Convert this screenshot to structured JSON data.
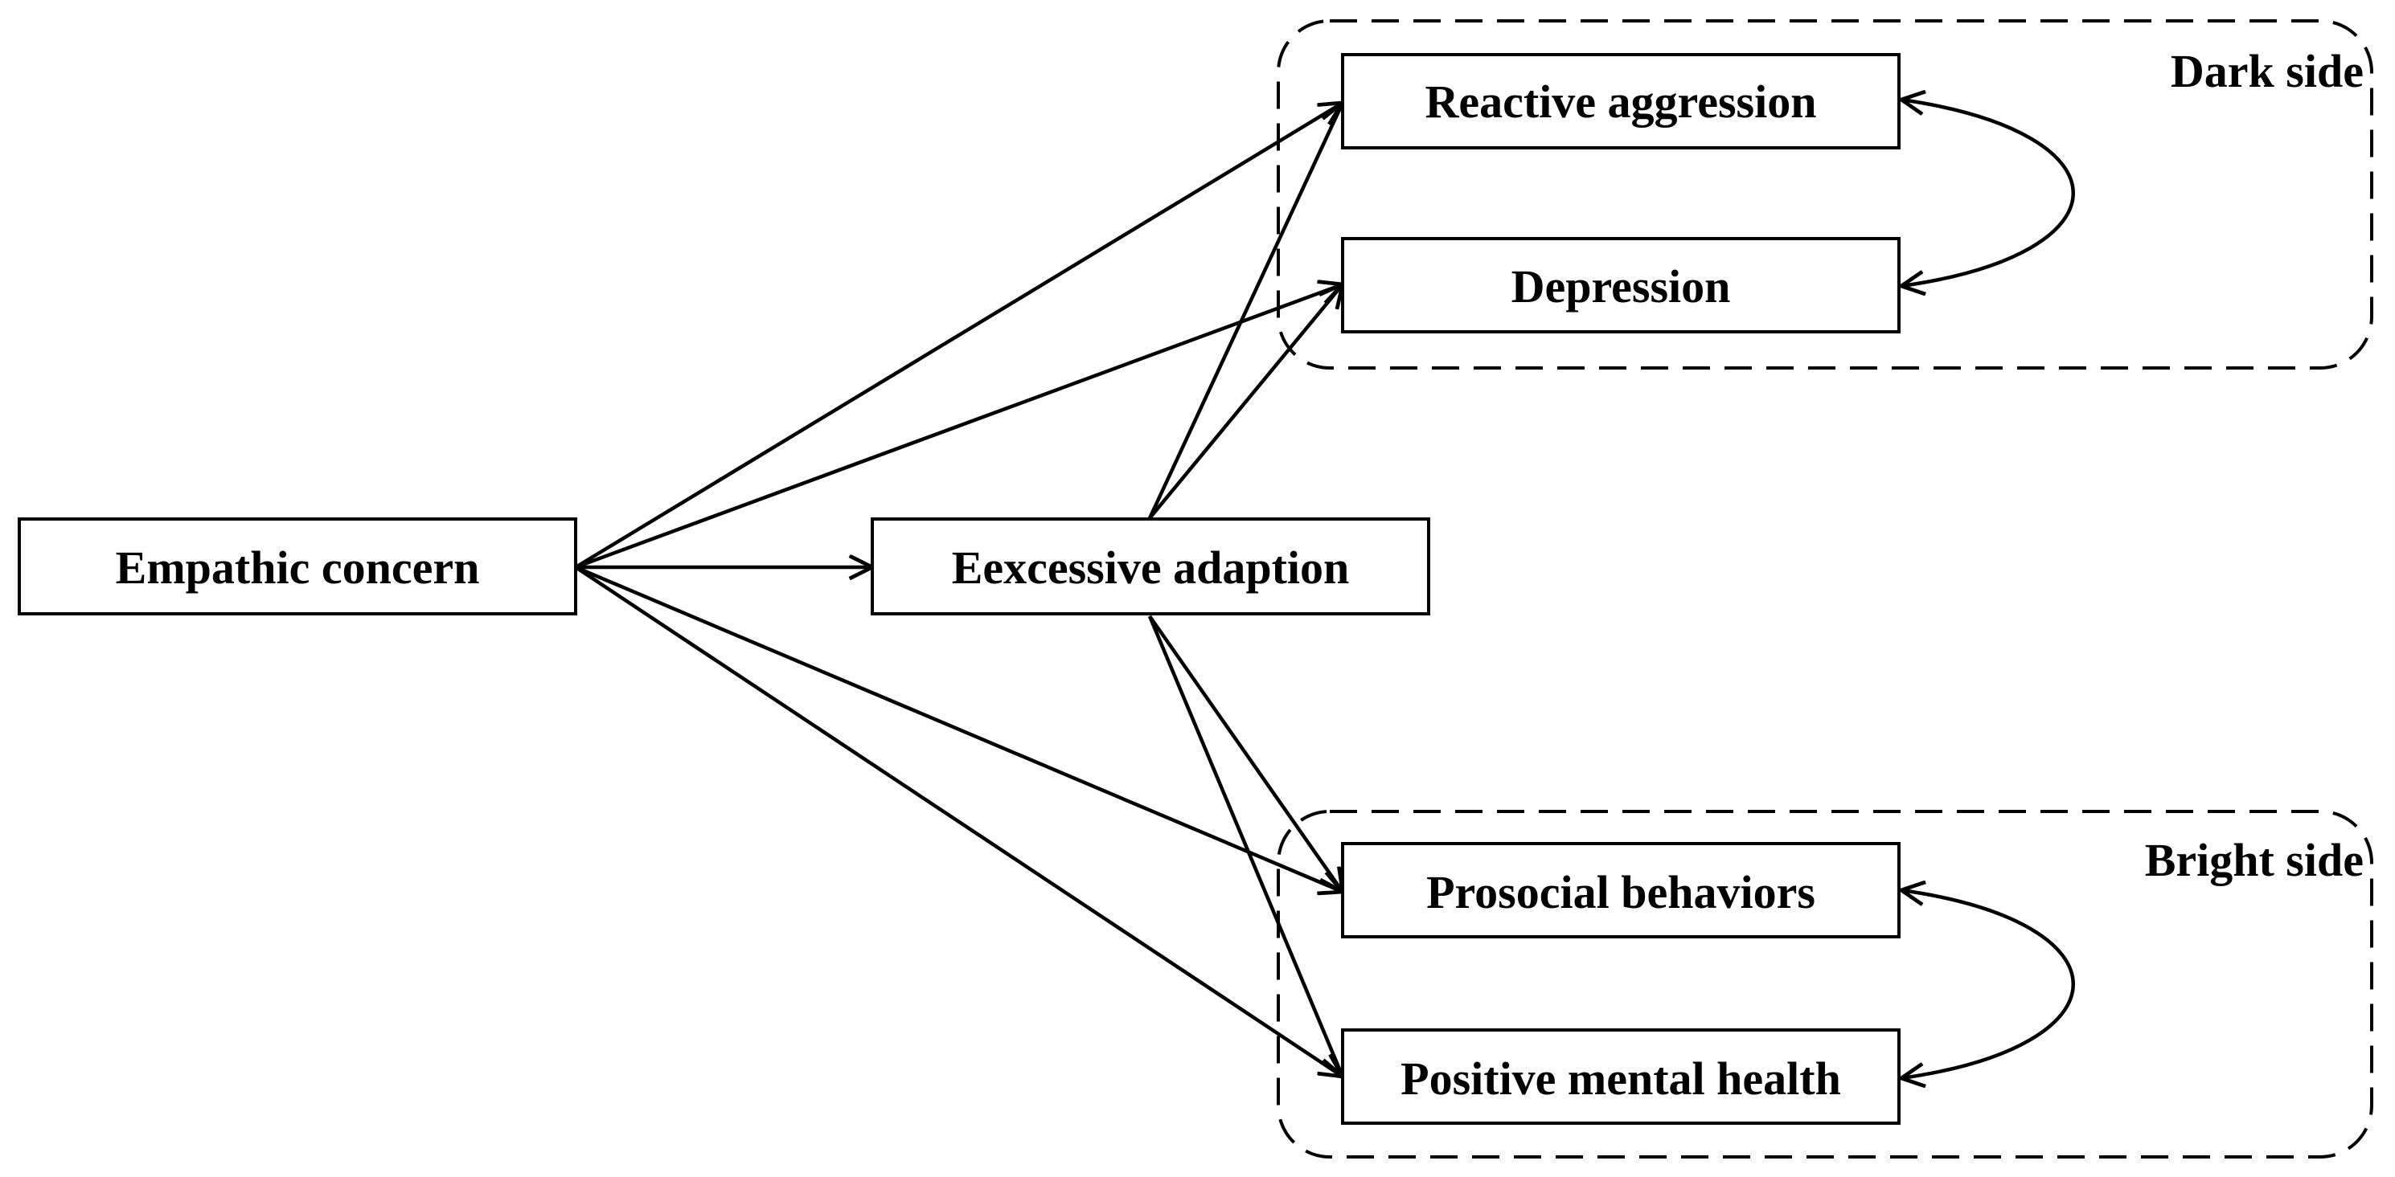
{
  "diagram": {
    "groups": {
      "dark": {
        "label": "Dark side"
      },
      "bright": {
        "label": "Bright side"
      }
    },
    "nodes": {
      "empathic": {
        "label": "Empathic concern"
      },
      "excessive": {
        "label": "Eexcessive adaption"
      },
      "reactive": {
        "label": "Reactive aggression"
      },
      "depression": {
        "label": "Depression"
      },
      "prosocial": {
        "label": "Prosocial behaviors"
      },
      "positive": {
        "label": "Positive mental health"
      }
    },
    "edges": [
      {
        "from": "Empathic concern",
        "to": "Eexcessive adaption",
        "kind": "directed"
      },
      {
        "from": "Empathic concern",
        "to": "Reactive aggression",
        "kind": "directed"
      },
      {
        "from": "Empathic concern",
        "to": "Depression",
        "kind": "directed"
      },
      {
        "from": "Empathic concern",
        "to": "Prosocial behaviors",
        "kind": "directed"
      },
      {
        "from": "Empathic concern",
        "to": "Positive mental health",
        "kind": "directed"
      },
      {
        "from": "Eexcessive adaption",
        "to": "Reactive aggression",
        "kind": "directed"
      },
      {
        "from": "Eexcessive adaption",
        "to": "Depression",
        "kind": "directed"
      },
      {
        "from": "Eexcessive adaption",
        "to": "Prosocial behaviors",
        "kind": "directed"
      },
      {
        "from": "Eexcessive adaption",
        "to": "Positive mental health",
        "kind": "directed"
      },
      {
        "from": "Reactive aggression",
        "to": "Depression",
        "kind": "covariance"
      },
      {
        "from": "Prosocial behaviors",
        "to": "Positive mental health",
        "kind": "covariance"
      }
    ]
  }
}
